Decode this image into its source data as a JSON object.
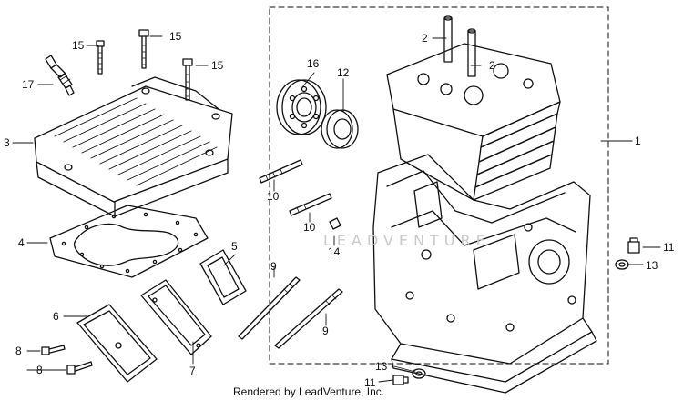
{
  "callouts": {
    "p1": "1",
    "p2a": "2",
    "p2b": "2",
    "p3": "3",
    "p4": "4",
    "p5": "5",
    "p6": "6",
    "p7": "7",
    "p8a": "8",
    "p8b": "8",
    "p9a": "9",
    "p9b": "9",
    "p10a": "10",
    "p10b": "10",
    "p11a": "11",
    "p11b": "11",
    "p12": "12",
    "p13a": "13",
    "p13b": "13",
    "p14": "14",
    "p15a": "15",
    "p15b": "15",
    "p15c": "15",
    "p16": "16",
    "p17": "17"
  },
  "watermark": "LEADVENTURE",
  "footer": {
    "credit": "Rendered by LeadVenture, Inc."
  },
  "colors": {
    "ink": "#111111",
    "watermark": "#c9c9c9",
    "background": "#ffffff"
  }
}
